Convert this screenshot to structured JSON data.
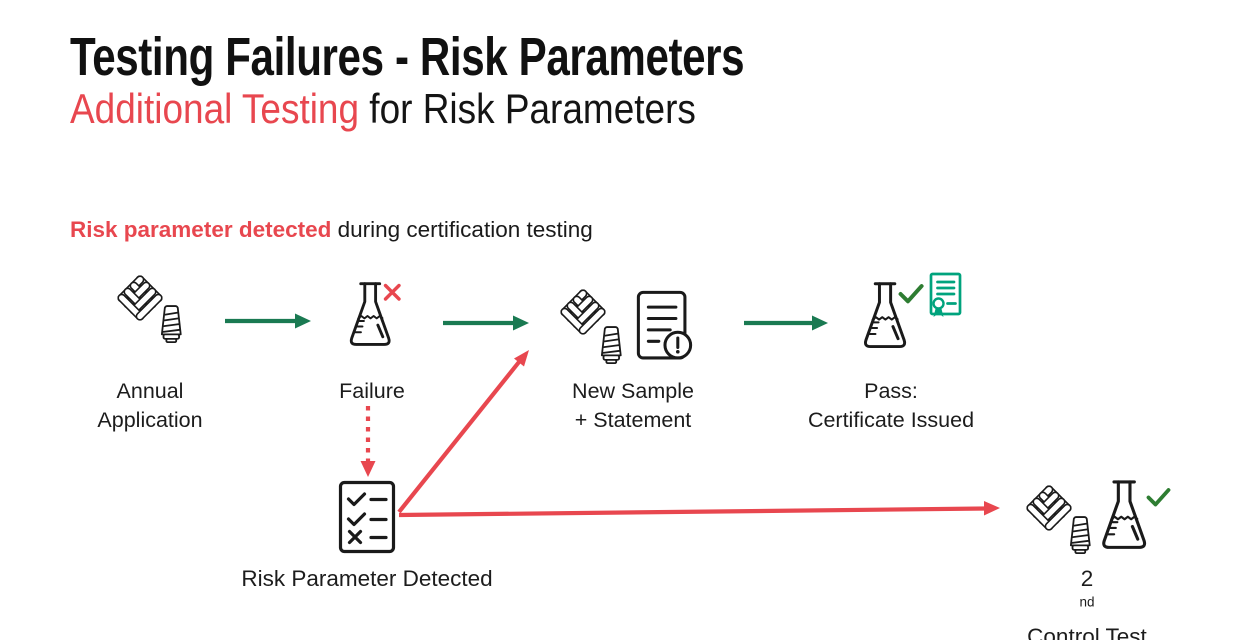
{
  "slide": {
    "title": "Testing Failures - Risk Parameters",
    "subtitle": {
      "highlight": "Additional Testing",
      "rest": " for Risk Parameters"
    },
    "lead": {
      "highlight": "Risk parameter detected",
      "rest": " during certification testing"
    }
  },
  "flow": {
    "steps": [
      {
        "name": "annual-application",
        "line1": "Annual",
        "line2": "Application"
      },
      {
        "name": "failure",
        "line1": "Failure",
        "line2": ""
      },
      {
        "name": "new-sample-statement",
        "line1": "New Sample",
        "line2": "+ Statement"
      },
      {
        "name": "pass-certificate",
        "line1": "Pass:",
        "line2": "Certificate Issued"
      }
    ],
    "checklist": {
      "label": "Risk Parameter Detected"
    },
    "control_test": {
      "num": "2",
      "ordinal": "nd",
      "rest": " Control Test"
    }
  },
  "colors": {
    "accent_red": "#e8474f",
    "arrow_green": "#1a7a52",
    "check_green": "#2e7d32",
    "certificate_teal": "#00a37d",
    "ink": "#1a1a1a"
  }
}
